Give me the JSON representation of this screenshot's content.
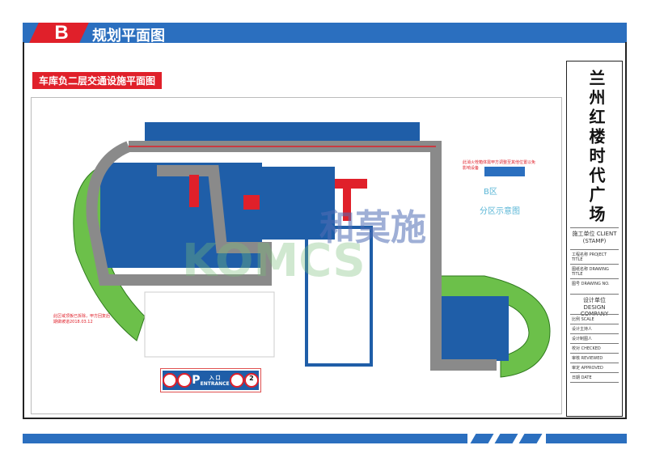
{
  "header": {
    "badge": "B",
    "title": "规划平面图"
  },
  "subtitle": "车库负二层交通设施平面图",
  "title_block": {
    "project": "兰州红楼时代广场",
    "rows": [
      "施工单位 CLIENT (STAMP)",
      "工程名称 PROJECT TITLE",
      "图纸名称 DRAWING TITLE",
      "图号 DRAWING NO.",
      "设计单位 DESIGN COMPANY",
      "比例 SCALE",
      "设计主持人",
      "设计制图人",
      "校对 CHECKED",
      "审核 REVIEWED",
      "审定 APPROVED",
      "日期 DATE"
    ]
  },
  "plan": {
    "note_left": "此区域顶板已拆除，甲方回复后期做坡道2018.03.12",
    "note_right": "此消火栓箱体需甲方调整至其他位置以免影响设备",
    "zone_label": "B区",
    "zone_caption": "分区示意图",
    "sign": {
      "p": "P",
      "entry_cn": "入 口",
      "entry_en": "ENTRANCE",
      "speed": "2"
    }
  },
  "watermark": {
    "cn": "和莫施",
    "en": "KOMCS"
  },
  "colors": {
    "blue": "#2b6fbf",
    "red": "#e0202a",
    "parking": "#1f5ea8",
    "ramp": "#6cc04a"
  }
}
